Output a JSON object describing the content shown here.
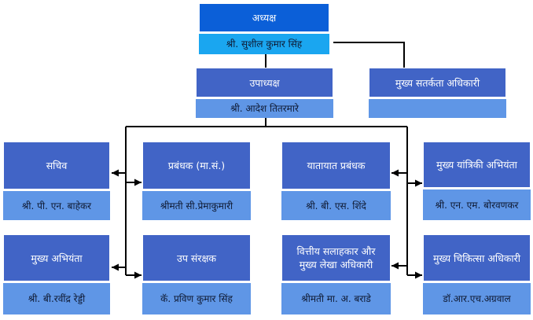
{
  "top": {
    "title": "अध्यक्ष",
    "name": "श्री. सुशील कुमार सिंह"
  },
  "vigilance": {
    "title": "मुख्य सतर्कता अधिकारी",
    "name": ""
  },
  "deputy": {
    "title": "उपाध्यक्ष",
    "name": "श्री. आदेश तितरमारे"
  },
  "secretary": {
    "title": "सचिव",
    "name": "श्री. पी. एन. बाहेकर"
  },
  "manager_admin": {
    "title": "प्रबंधक (मा.सं.)",
    "name": "श्रीमती सी.प्रेमाकुमारी"
  },
  "traffic_manager": {
    "title": "यातायात प्रबंधक",
    "name": "श्री. बी. एस. शिंदे"
  },
  "chief_mech_engineer": {
    "title": "मुख्य यांत्रिकी अभियंता",
    "name": "श्री. एन. एम. बोरवणकर"
  },
  "chief_engineer": {
    "title": "मुख्य अभियंता",
    "name": "श्री. बी.रवींद्र रेड्डी"
  },
  "deputy_conservator": {
    "title": "उप संरक्षक",
    "name": "कॅ. प्रविण कुमार सिंह"
  },
  "finance_advisor": {
    "title": "वित्तीय सलाहकार और मुख्य लेखा अधिकारी",
    "name": "श्रीमती मा. अ. बराडे"
  },
  "chief_medical_officer": {
    "title": "मुख्य चिकित्सा अधिकारी",
    "name": "डॉ.आर.एच.अग्रवाल"
  }
}
